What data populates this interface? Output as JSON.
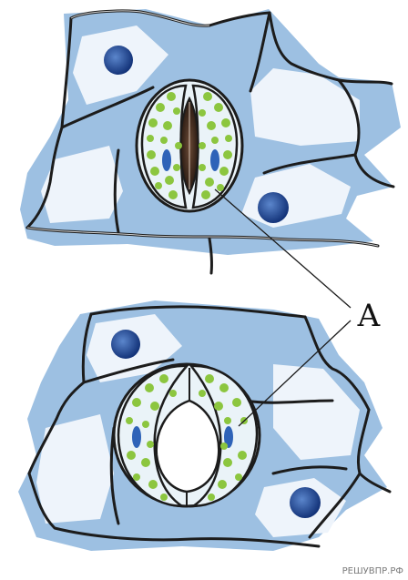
{
  "diagram": {
    "label": "А",
    "watermark": "РЕШУВПР.РФ"
  },
  "colors": {
    "cell_wash": "#8fb6dd",
    "cell_wash_light": "#c9dcef",
    "cell_interior": "#f3f7fc",
    "wall": "#1c1c1c",
    "guard_cell_fill": "#eaf3f8",
    "chloroplast": "#8cc63f",
    "nucleus": "#1f4fa0",
    "nucleus_highlight": "#5b86cc",
    "pore_dark": "#2a1a14"
  },
  "parts": {
    "top_stoma": "closed",
    "bottom_stoma": "open"
  }
}
